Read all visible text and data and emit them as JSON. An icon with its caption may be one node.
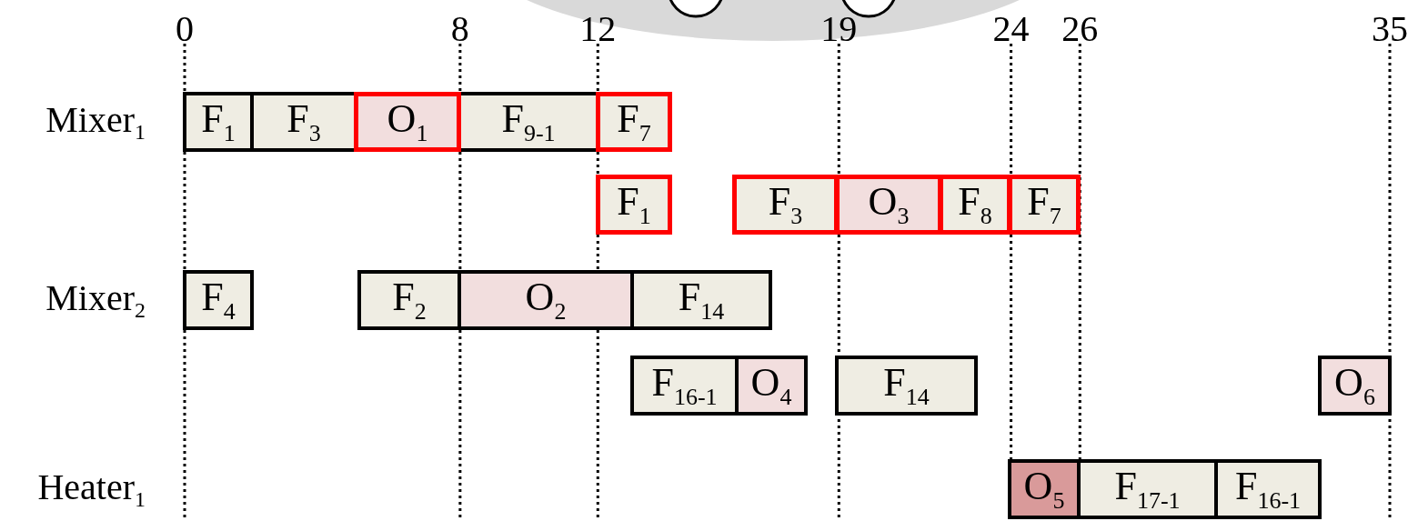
{
  "diagram": {
    "nodes": [
      {
        "text": [
          "F$_{1}$"
        ]
      },
      {
        "text": [
          "F$_{3}$"
        ]
      },
      {
        "text": [
          "O$_{1}$"
        ]
      },
      {
        "text": [
          "F$_{9-1}$"
        ]
      },
      {
        "text": [
          "F$_{7}$"
        ]
      },
      {
        "text": [
          "F$_{1}$"
        ]
      },
      {
        "text": [
          "F$_{3}$"
        ]
      },
      {
        "text": [
          "O$_{3}$"
        ]
      },
      {
        "text": [
          "F$_{8}$"
        ]
      },
      {
        "text": [
          "F$_{7}$"
        ]
      },
      {
        "text": [
          "F$_{4}$"
        ]
      },
      {
        "text": [
          "F$_{2}$"
        ]
      },
      {
        "text": [
          "O$_{2}$"
        ]
      },
      {
        "text": [
          "F$_{14}$"
        ]
      },
      {
        "text": [
          "F$_{16-1}$"
        ]
      },
      {
        "text": [
          "O$_{4}$"
        ]
      },
      {
        "text": [
          "F$_{14}$"
        ]
      },
      {
        "text": [
          "O$_{6}$"
        ]
      },
      {
        "text": [
          "O$_{5}$"
        ]
      },
      {
        "text": [
          "F$_{17-1}$"
        ]
      },
      {
        "text": [
          "F$_{16-1}$"
        ]
      }
    ],
    "labels": [
      "0",
      "8",
      "12",
      "19",
      "24",
      "26",
      "35",
      "Mixer$_{1}$",
      "Mixer$_{2}$",
      "Heater$_{1}$"
    ]
  }
}
